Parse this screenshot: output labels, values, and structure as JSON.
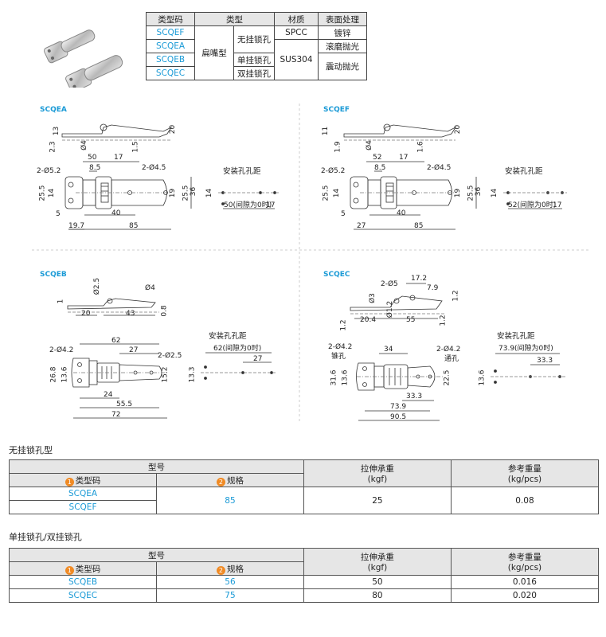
{
  "spec_table": {
    "headers": [
      "类型码",
      "类型",
      "材质",
      "表面处理"
    ],
    "type_name": "扁嘴型",
    "rows": [
      {
        "code": "SCQEF",
        "hole": "无挂锁孔",
        "material": "SPCC",
        "finish": "镀锌"
      },
      {
        "code": "SCQEA",
        "hole": "无挂锁孔",
        "material": "SUS304",
        "finish": "滚磨抛光"
      },
      {
        "code": "SCQEB",
        "hole": "单挂锁孔",
        "material": "SUS304",
        "finish": "震动抛光"
      },
      {
        "code": "SCQEC",
        "hole": "双挂锁孔",
        "material": "SUS304",
        "finish": "震动抛光"
      }
    ]
  },
  "drawings": {
    "scqea": {
      "code": "SCQEA",
      "mount_caption": "安装孔孔距",
      "dims": [
        "13",
        "2.3",
        "Ø4",
        "1.5",
        "20",
        "50",
        "17",
        "8.5",
        "2-Ø5.2",
        "2-Ø4.5",
        "25.5",
        "14",
        "19",
        "25.5",
        "36",
        "5",
        "40",
        "19.7",
        "85",
        "14",
        "50(间隙为0时)",
        "17"
      ]
    },
    "scqef": {
      "code": "SCQEF",
      "mount_caption": "安装孔孔距",
      "dims": [
        "11",
        "1.9",
        "Ø4",
        "1.6",
        "20",
        "52",
        "17",
        "8.5",
        "2-Ø5.2",
        "2-Ø4.5",
        "25.5",
        "14",
        "19",
        "25.5",
        "36",
        "5",
        "40",
        "27",
        "85",
        "14",
        "52(间隙为0时)",
        "17"
      ]
    },
    "scqeb": {
      "code": "SCQEB",
      "mount_caption": "安装孔孔距",
      "dims": [
        "Ø2.5",
        "Ø4",
        "1",
        "20",
        "43",
        "0.8",
        "62",
        "27",
        "2-Ø4.2",
        "2-Ø2.5",
        "26.8",
        "13.6",
        "15.2",
        "24",
        "55.5",
        "72",
        "13.3",
        "62(间隙为0时)",
        "27"
      ]
    },
    "scqec": {
      "code": "SCQEC",
      "mount_caption": "安装孔孔距",
      "dims": [
        "17.2",
        "2-Ø5",
        "7.9",
        "Ø3",
        "1.2",
        "Ø1.2",
        "20.4",
        "55",
        "1.2",
        "1.2",
        "2-Ø4.2",
        "锥孔",
        "34",
        "2-Ø4.2",
        "通孔",
        "31.6",
        "13.6",
        "22.5",
        "33.3",
        "73.9",
        "90.5",
        "13.6",
        "73.9(间隙为0时)",
        "33.3"
      ]
    }
  },
  "table1": {
    "title": "无挂锁孔型",
    "model_header": "型号",
    "code_header": "类型码",
    "size_header": "规格",
    "load_header_1": "拉伸承重",
    "load_header_2": "(kgf)",
    "weight_header_1": "参考重量",
    "weight_header_2": "(kg/pcs)",
    "codes": [
      "SCQEA",
      "SCQEF"
    ],
    "size": "85",
    "load": "25",
    "weight": "0.08"
  },
  "table2": {
    "title": "单挂锁孔/双挂锁孔",
    "model_header": "型号",
    "code_header": "类型码",
    "size_header": "规格",
    "load_header_1": "拉伸承重",
    "load_header_2": "(kgf)",
    "weight_header_1": "参考重量",
    "weight_header_2": "(kg/pcs)",
    "rows": [
      {
        "code": "SCQEB",
        "size": "56",
        "load": "50",
        "weight": "0.016"
      },
      {
        "code": "SCQEC",
        "size": "75",
        "load": "80",
        "weight": "0.020"
      }
    ]
  },
  "colors": {
    "accent": "#1a9ad6",
    "badge": "#f08a24",
    "header_bg": "#e6e6e6"
  }
}
